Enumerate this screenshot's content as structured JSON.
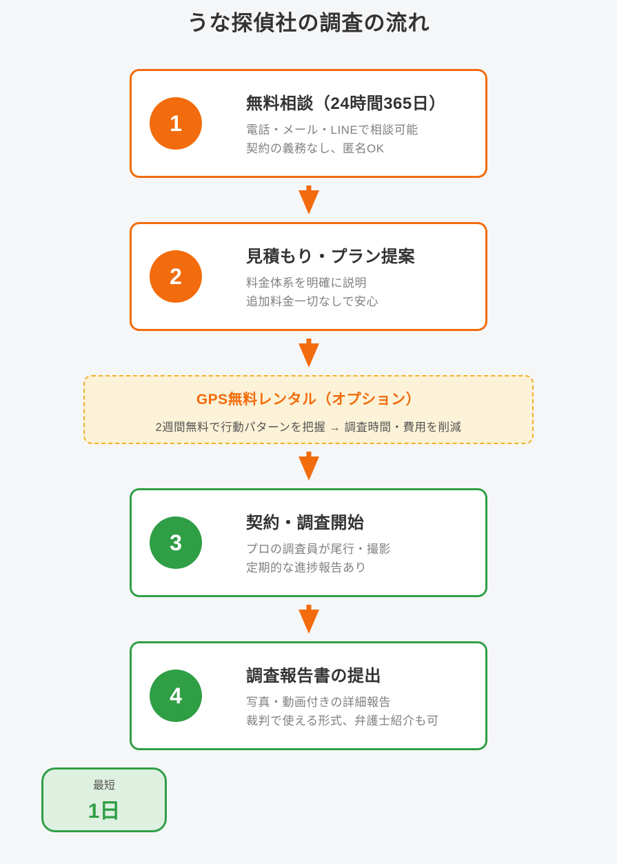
{
  "page": {
    "title": "うな探偵社の調査の流れ",
    "background_color": "#F5F6F8"
  },
  "colors": {
    "orange_accent": "#F26B0C",
    "green_accent": "#2F9E45",
    "option_border": "#F0B028",
    "option_background": "#FCF2D7",
    "badge_background": "#DEF0E0",
    "card_background": "#FFFFFF",
    "heading_text": "#333333",
    "body_text": "#808080"
  },
  "steps": [
    {
      "number": "1",
      "title": "無料相談（24時間365日）",
      "lines": [
        "電話・メール・LINEで相談可能",
        "契約の義務なし、匿名OK"
      ]
    },
    {
      "number": "2",
      "title": "見積もり・プラン提案",
      "lines": [
        "料金体系を明確に説明",
        "追加料金一切なしで安心"
      ]
    },
    {
      "number": "3",
      "title": "契約・調査開始",
      "lines": [
        "プロの調査員が尾行・撮影",
        "定期的な進捗報告あり"
      ]
    },
    {
      "number": "4",
      "title": "調査報告書の提出",
      "lines": [
        "写真・動画付きの詳細報告",
        "裁判で使える形式、弁護士紹介も可"
      ]
    }
  ],
  "option_box": {
    "title": "GPS無料レンタル（オプション）",
    "description": "2週間無料で行動パターンを把握 → 調査時間・費用を削減"
  },
  "badge": {
    "label": "最短",
    "value": "1日"
  }
}
